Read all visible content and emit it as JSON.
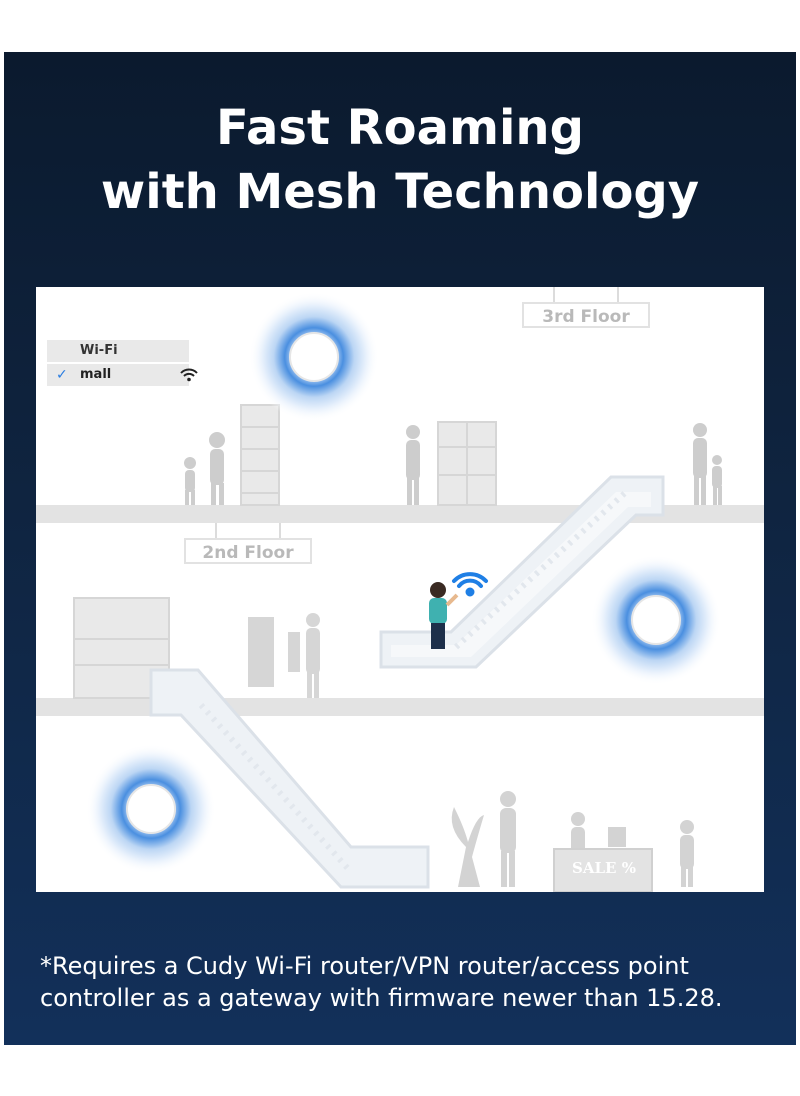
{
  "headline": {
    "line1": "Fast Roaming",
    "line2": "with Mesh Technology"
  },
  "floors": {
    "third": "3rd Floor",
    "second": "2nd Floor"
  },
  "wifi_panel": {
    "title": "Wi-Fi",
    "network": "mall",
    "connected": true,
    "check_icon": "check-icon",
    "signal_icon": "wifi-signal-icon"
  },
  "shop_signs": {
    "sale": "SALE %"
  },
  "footnote": {
    "line1": "*Requires a Cudy Wi-Fi router/VPN router/access point",
    "line2": "controller as a gateway with firmware newer than 15.28."
  },
  "colors": {
    "background_top": "#0b1a2e",
    "background_bottom": "#12305a",
    "access_point_glow": "#4a8fe0",
    "wifi_accent": "#1f7fe5",
    "escalator": "#dfe6ee"
  }
}
